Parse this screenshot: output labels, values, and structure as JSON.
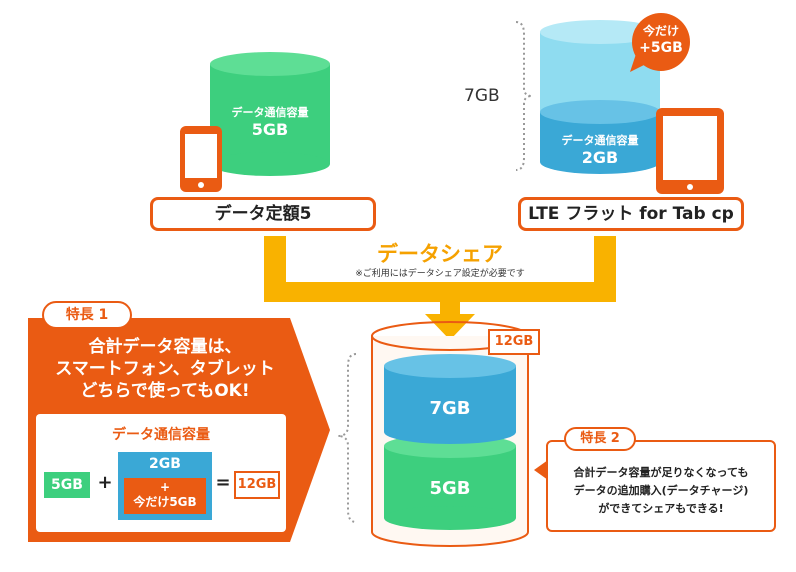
{
  "top_left": {
    "cyl_label": "データ通信容量",
    "cyl_value": "5GB",
    "plan_name": "データ定額5"
  },
  "top_right": {
    "total": "7GB",
    "badge_line1": "今だけ",
    "badge_line2": "+5GB",
    "cyl_label": "データ通信容量",
    "cyl_value": "2GB",
    "plan_name": "LTE フラット for Tab cp"
  },
  "share": {
    "title": "データシェア",
    "note": "※ご利用にはデータシェア設定が必要です"
  },
  "feature1": {
    "tag": "特長 1",
    "headline_1": "合計データ容量は、",
    "headline_2": "スマートフォン、タブレット",
    "headline_3": "どちらで使ってもOK!",
    "box_title": "データ通信容量",
    "eq_a": "5GB",
    "eq_plus": "+",
    "eq_b_top": "2GB",
    "eq_b_plus": "+",
    "eq_b_bottom": "今だけ5GB",
    "eq_equals": "=",
    "eq_result": "12GB"
  },
  "bottom_cylinder": {
    "total": "12GB",
    "top_value": "7GB",
    "bottom_value": "5GB"
  },
  "feature2": {
    "tag": "特長 2",
    "line1": "合計データ容量が足りなくなっても",
    "line2": "データの追加購入(データチャージ)",
    "line3": "ができてシェアもできる!"
  },
  "colors": {
    "orange": "#ea5b13",
    "green": "#3dcf7e",
    "blue": "#3aa8d6",
    "light_blue": "#8fdcf0",
    "yellow": "#f9b200"
  }
}
